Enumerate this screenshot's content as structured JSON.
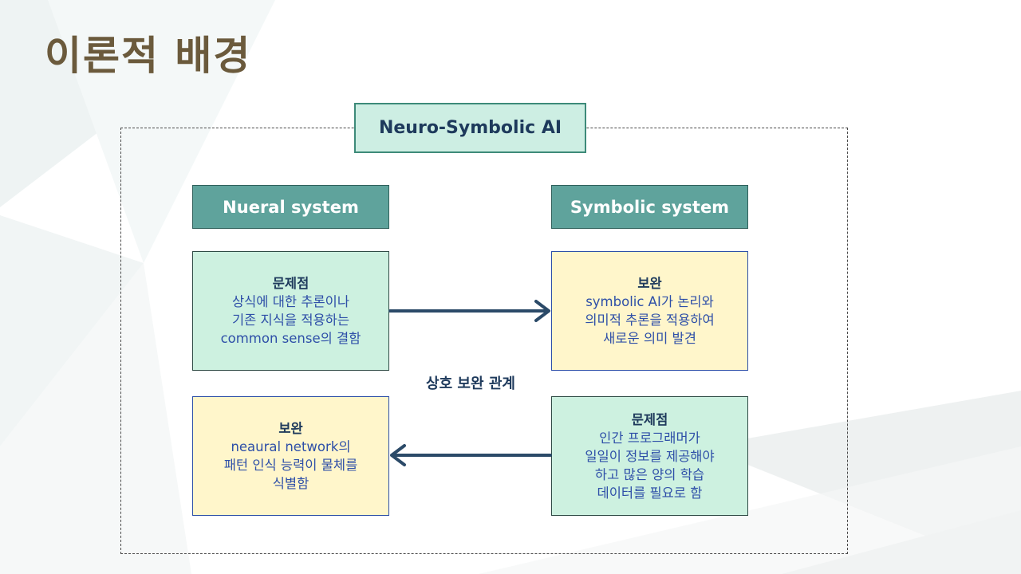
{
  "slide": {
    "title": "이론적 배경"
  },
  "diagram": {
    "main_title": "Neuro-Symbolic  AI",
    "neural_system": {
      "label": "Nueral system"
    },
    "symbolic_system": {
      "label": "Symbolic system"
    },
    "neural_problem": {
      "heading": "문제점",
      "lines": [
        "상식에 대한 추론이나",
        "기존 지식을 적용하는",
        "common sense의 결함"
      ]
    },
    "symbolic_complement": {
      "heading": "보완",
      "lines": [
        "symbolic AI가 논리와",
        "의미적 추론을 적용하여",
        "새로운 의미 발견"
      ]
    },
    "neural_complement": {
      "heading": "보완",
      "lines": [
        "neaural network의",
        "패턴 인식 능력이 물체를",
        "식별함"
      ]
    },
    "symbolic_problem": {
      "heading": "문제점",
      "lines": [
        "인간 프로그래머가",
        "일일이 정보를 제공해야",
        "하고 많은 양의 학습",
        "데이터를 필요로 함"
      ]
    },
    "relation_label": "상호 보완 관계",
    "colors": {
      "title_text": "#6b5a3c",
      "header_fill": "#5fa39c",
      "mint_fill": "#cdf1e0",
      "yellow_fill": "#fff6cb",
      "arrow": "#2b4a68",
      "body_text": "#2e4fa8"
    }
  }
}
